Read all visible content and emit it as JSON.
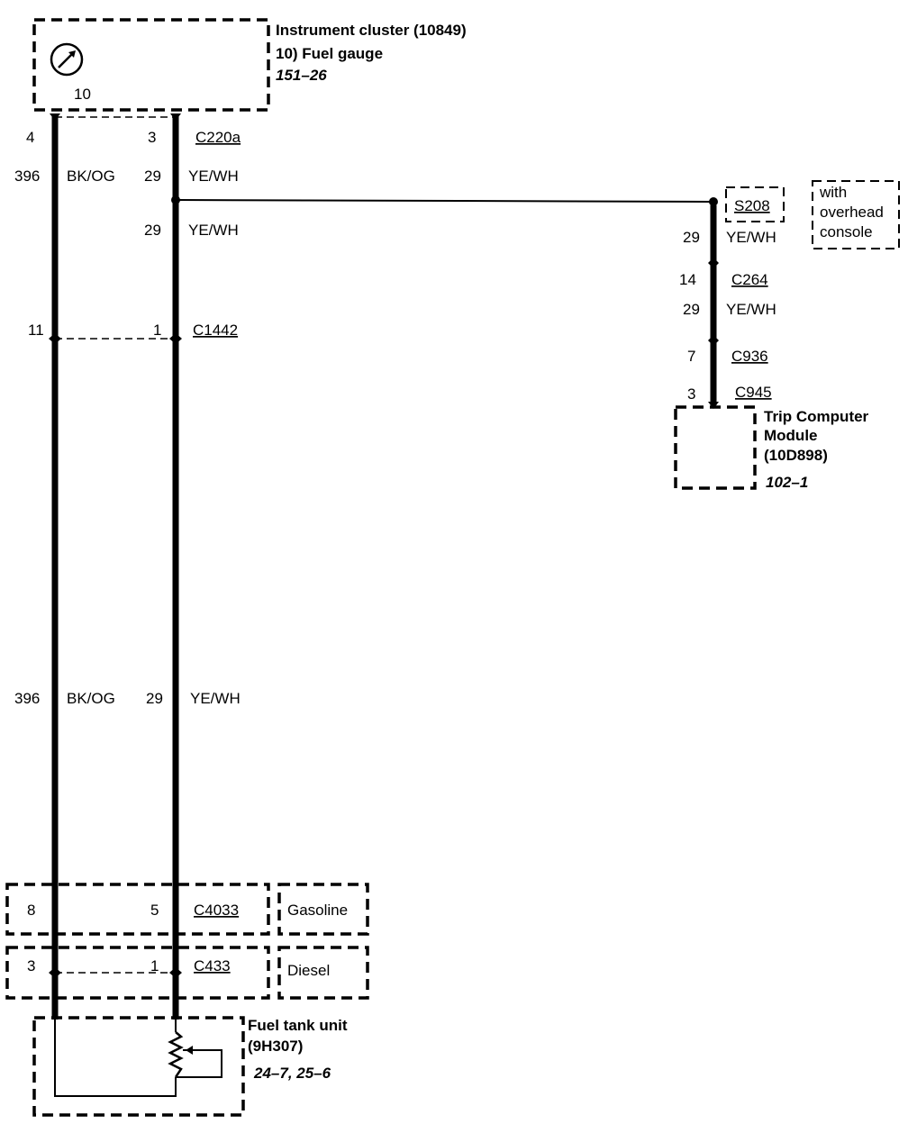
{
  "instrument_cluster": {
    "title": "Instrument cluster (10849)",
    "subtitle": "10) Fuel gauge",
    "ref": "151–26",
    "pin": "10",
    "icon": "gauge-icon"
  },
  "connector_c220a": {
    "name": "C220a",
    "pin_left": "4",
    "pin_right": "3"
  },
  "wire_left_upper": {
    "circuit": "396",
    "color": "BK/OG"
  },
  "wire_right_upper": {
    "circuit": "29",
    "color": "YE/WH"
  },
  "wire_right_mid": {
    "circuit": "29",
    "color": "YE/WH"
  },
  "connector_c1442": {
    "name": "C1442",
    "pin_left": "11",
    "pin_right": "1"
  },
  "wire_left_lower": {
    "circuit": "396",
    "color": "BK/OG"
  },
  "wire_right_lower": {
    "circuit": "29",
    "color": "YE/WH"
  },
  "splice": {
    "name": "S208",
    "note": [
      "with",
      "overhead",
      "console"
    ]
  },
  "branch_wire_1": {
    "circuit": "29",
    "color": "YE/WH"
  },
  "connector_c264": {
    "name": "C264",
    "pin": "14"
  },
  "branch_wire_2": {
    "circuit": "29",
    "color": "YE/WH"
  },
  "connector_c936": {
    "name": "C936",
    "pin": "7"
  },
  "connector_c945": {
    "name": "C945",
    "pin": "3"
  },
  "trip_computer": {
    "lines": [
      "Trip Computer",
      "Module",
      "(10D898)"
    ],
    "ref": "102–1"
  },
  "connector_c4033": {
    "name": "C4033",
    "pin_left": "8",
    "pin_right": "5",
    "variant": "Gasoline"
  },
  "connector_c433": {
    "name": "C433",
    "pin_left": "3",
    "pin_right": "1",
    "variant": "Diesel"
  },
  "fuel_tank": {
    "lines": [
      "Fuel tank unit",
      "(9H307)"
    ],
    "ref": "24–7, 25–6"
  }
}
